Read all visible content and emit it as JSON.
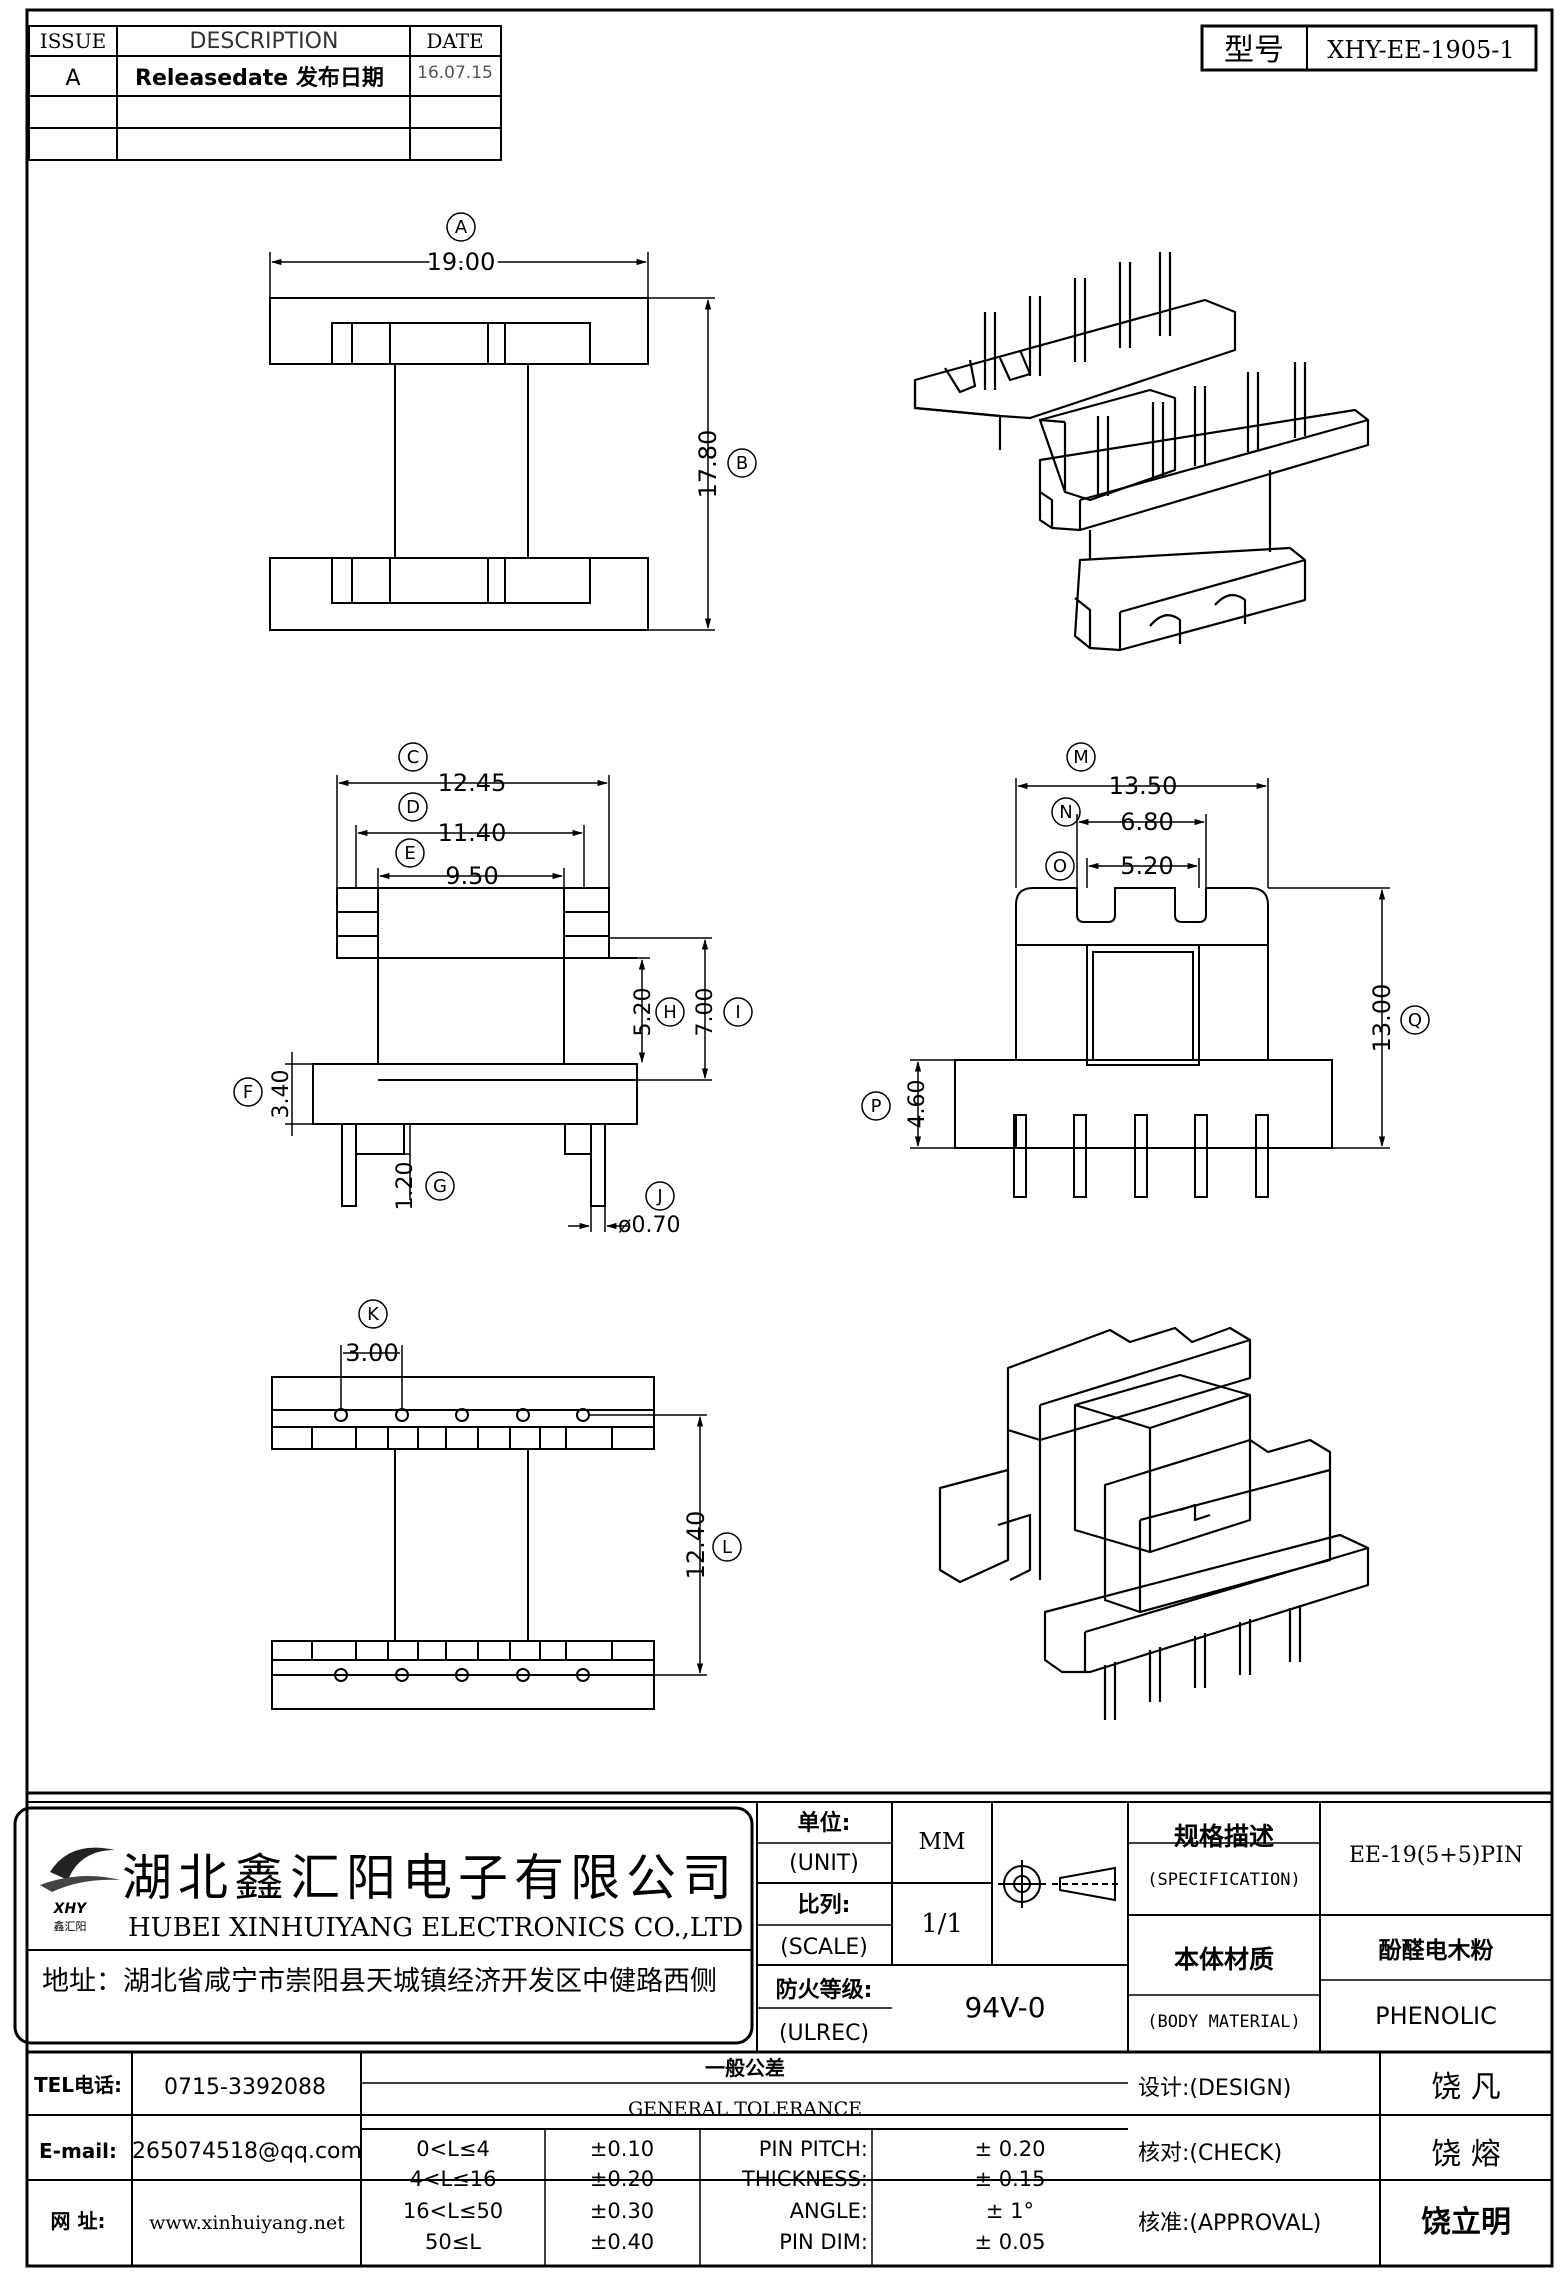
{
  "revision_table": {
    "headers": {
      "issue": "ISSUE",
      "description": "DESCRIPTION",
      "date": "DATE"
    },
    "rows": [
      {
        "issue": "A",
        "description": "Releasedate 发布日期",
        "date": "16.07.15"
      },
      {
        "issue": "",
        "description": "",
        "date": ""
      },
      {
        "issue": "",
        "description": "",
        "date": ""
      }
    ]
  },
  "model": {
    "label": "型号",
    "value": "XHY-EE-1905-1"
  },
  "dimensions": {
    "A": {
      "tag": "A",
      "value": "19.00"
    },
    "B": {
      "tag": "B",
      "value": "17.80"
    },
    "C": {
      "tag": "C",
      "value": "12.45"
    },
    "D": {
      "tag": "D",
      "value": "11.40"
    },
    "E": {
      "tag": "E",
      "value": "9.50"
    },
    "F": {
      "tag": "F",
      "value": "3.40"
    },
    "G": {
      "tag": "G",
      "value": "1.20"
    },
    "H": {
      "tag": "H",
      "value": "5.20"
    },
    "I": {
      "tag": "I",
      "value": "7.00"
    },
    "J": {
      "tag": "J",
      "value": "ø0.70"
    },
    "K": {
      "tag": "K",
      "value": "3.00"
    },
    "L": {
      "tag": "L",
      "value": "12.40"
    },
    "M": {
      "tag": "M",
      "value": "13.50"
    },
    "N": {
      "tag": "N",
      "value": "6.80"
    },
    "O": {
      "tag": "O",
      "value": "5.20"
    },
    "P": {
      "tag": "P",
      "value": "4.60"
    },
    "Q": {
      "tag": "Q",
      "value": "13.00"
    }
  },
  "company": {
    "logo_text": "XHY",
    "logo_sub": "鑫汇阳",
    "name_cn": "湖北鑫汇阳电子有限公司",
    "name_en": "HUBEI XINHUIYANG ELECTRONICS CO.,LTD",
    "address": "地址：湖北省咸宁市崇阳县天城镇经济开发区中健路西侧"
  },
  "specs": {
    "unit_cn": "单位:",
    "unit_en": "(UNIT)",
    "unit_value": "MM",
    "scale_cn": "比列:",
    "scale_en": "(SCALE)",
    "scale_value": "1/1",
    "ulrec_cn": "防火等级:",
    "ulrec_en": "(ULREC)",
    "ulrec_value": "94V-0",
    "spec_cn": "规格描述",
    "spec_en": "(SPECIFICATION)",
    "spec_value": "EE-19(5+5)PIN",
    "material_cn": "本体材质",
    "material_en": "(BODY MATERIAL)",
    "material_value_cn": "酚醛电木粉",
    "material_value_en": "PHENOLIC"
  },
  "contact": {
    "tel_label": "TEL电话:",
    "tel": "0715-3392088",
    "email_label": "E-mail:",
    "email": "265074518@qq.com",
    "web_label": "网  址:",
    "web": "www.xinhuiyang.net"
  },
  "tolerance": {
    "title_cn": "一般公差",
    "title_en": "GENERAL TOLERANCE",
    "ranges": [
      {
        "range": "0<L≤4",
        "tol": "±0.10"
      },
      {
        "range": "4<L≤16",
        "tol": "±0.20"
      },
      {
        "range": "16<L≤50",
        "tol": "±0.30"
      },
      {
        "range": "50≤L",
        "tol": "±0.40"
      }
    ],
    "params": [
      {
        "name": "PIN PITCH:",
        "tol": "±  0.20"
      },
      {
        "name": "THICKNESS:",
        "tol": "±  0.15"
      },
      {
        "name": "ANGLE:",
        "tol": "±  1°"
      },
      {
        "name": "PIN DIM:",
        "tol": "±  0.05"
      }
    ]
  },
  "signatures": {
    "design_label": "设计:(DESIGN)",
    "design_name": "饶  凡",
    "check_label": "核对:(CHECK)",
    "check_name": "饶  熔",
    "approval_label": "核准:(APPROVAL)",
    "approval_name": "饶立明"
  }
}
